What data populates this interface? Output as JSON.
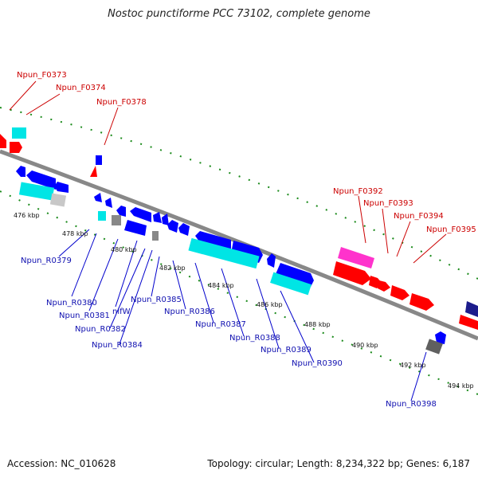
{
  "title": "Nostoc punctiforme PCC 73102, complete genome",
  "footer": {
    "accession": "Accession: NC_010628",
    "summary": "Topology: circular; Length: 8,234,322 bp; Genes: 6,187"
  },
  "colors": {
    "forward_gene": "#ff0000",
    "reverse_gene": "#0000ff",
    "rna": "#00ffff",
    "pseudo": "#808080",
    "other": "#ff33cc",
    "backbone": "#888888",
    "dots": "#1a8a1a"
  },
  "kbp_labels": [
    "476 kbp",
    "478 kbp",
    "480 kbp",
    "482 kbp",
    "484 kbp",
    "486 kbp",
    "488 kbp",
    "490 kbp",
    "492 kbp",
    "494 kbp"
  ],
  "forward_labels": [
    "Npun_F0373",
    "Npun_F0374",
    "Npun_F0378",
    "Npun_F0392",
    "Npun_F0393",
    "Npun_F0394",
    "Npun_F0395"
  ],
  "reverse_labels": [
    "Npun_R0379",
    "Npun_R0380",
    "Npun_R0381",
    "nifW",
    "Npun_R0382",
    "Npun_R0384",
    "Npun_R0385",
    "Npun_R0386",
    "Npun_R0387",
    "Npun_R0388",
    "Npun_R0389",
    "Npun_R0390",
    "Npun_R0398"
  ]
}
